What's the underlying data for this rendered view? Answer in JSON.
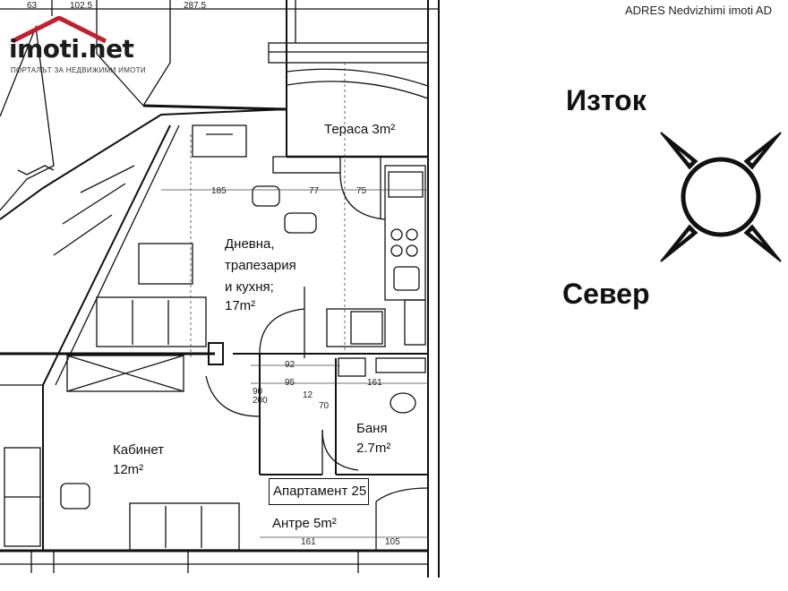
{
  "watermark": "ADRES Nedvizhimi imoti AD",
  "logo": {
    "brand": "imoti.net",
    "tagline": "ПОРТАЛЪТ ЗА НЕДВИЖИМИ ИМОТИ"
  },
  "compass": {
    "east_label": "Изток",
    "north_label": "Север"
  },
  "rooms": {
    "terrace": "Тераса 3m²",
    "living_line1": "Дневна,",
    "living_line2": "трапезария",
    "living_line3": "и кухня;",
    "living_area": "17m²",
    "study_line1": "Кабинет",
    "study_area": "12m²",
    "bath_line1": "Баня",
    "bath_area": "2.7m²",
    "apartment": "Апартамент 25",
    "hall": "Антре 5m²"
  },
  "dimensions": {
    "top_a": "63",
    "top_b": "102.5",
    "top_c": "287.5",
    "d1": "185",
    "d2": "77",
    "d3": "75",
    "d4": "92",
    "d5": "95",
    "d6": "161",
    "d7": "90",
    "d8": "200",
    "d9": "70",
    "d10": "161",
    "d11": "105",
    "d12": "12"
  }
}
